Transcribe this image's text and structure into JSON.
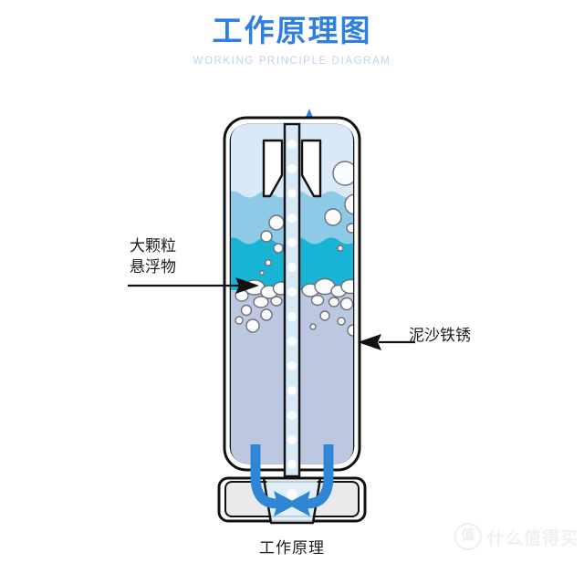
{
  "header": {
    "title": "工作原理图",
    "subtitle": "WORKING PRINCIPLE DIAGRAM",
    "title_color": "#2f7fe0",
    "subtitle_color": "#bdd3ee"
  },
  "labels": {
    "left_line1": "大颗粒",
    "left_line2": "悬浮物",
    "right": "泥沙铁锈"
  },
  "caption": "工作原理",
  "watermark": {
    "badge": "值",
    "text": "什么值得买"
  },
  "diagram": {
    "name": "water-filter-cutaway",
    "outlet_arrow": "up-arrow-outlet",
    "inlet_arrows": "curved-inlet-arrows",
    "center_tube": "perforated-center-tube",
    "colors": {
      "outline": "#111111",
      "arrow_blue": "#2f86d4",
      "water_top": "#d9e9f7",
      "water_upper": "#8ec9e8",
      "water_mid": "#18b4d6",
      "sediment": "#bcc8e2",
      "tube_fill": "#d7eaf8",
      "base_fill": "#e8eaec",
      "bubble_fill": "#fbfcfd",
      "bubble_stroke": "#6f6f78"
    },
    "layers": [
      {
        "name": "clear-water-zone",
        "label": "top clear water"
      },
      {
        "name": "upper-water-zone",
        "label": "upper water"
      },
      {
        "name": "mid-water-zone",
        "label": "mid water"
      },
      {
        "name": "sediment-zone",
        "label": "sediment / rust"
      }
    ]
  }
}
